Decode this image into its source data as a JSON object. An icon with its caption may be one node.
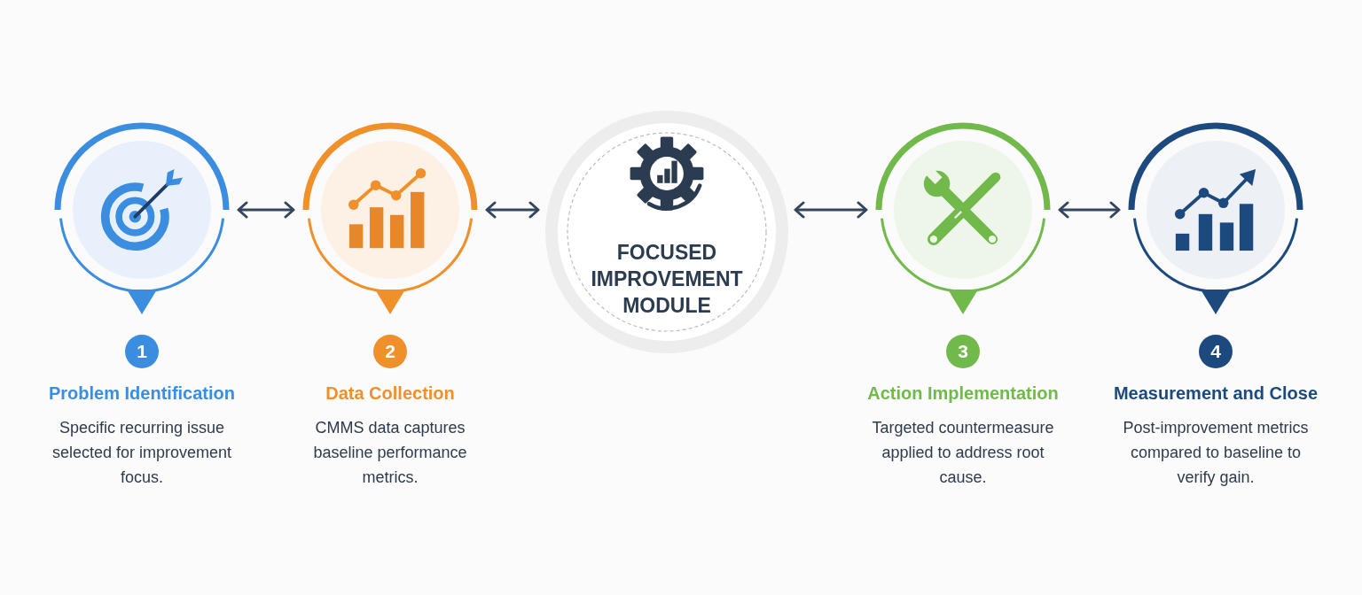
{
  "diagram": {
    "nodes": [
      {
        "text": [
          "1",
          "Problem Identification",
          "Specific recurring issue selected for improvement focus."
        ]
      },
      {
        "text": [
          "2",
          "Data Collection",
          "CMMS data captures baseline performance metrics."
        ]
      },
      {
        "text": [
          "FOCUSED IMPROVEMENT MODULE"
        ]
      },
      {
        "text": [
          "3",
          "Action Implementation",
          "Targeted countermeasure applied to address root cause."
        ]
      },
      {
        "text": [
          "4",
          "Measurement and Close",
          "Post-improvement metrics compared to baseline to verify gain."
        ]
      }
    ],
    "edges": [
      {
        "from": 0,
        "to": 1,
        "arrow": "both"
      },
      {
        "from": 1,
        "to": 2,
        "arrow": "both"
      },
      {
        "from": 2,
        "to": 3,
        "arrow": "both"
      },
      {
        "from": 3,
        "to": 4,
        "arrow": "both"
      }
    ]
  }
}
